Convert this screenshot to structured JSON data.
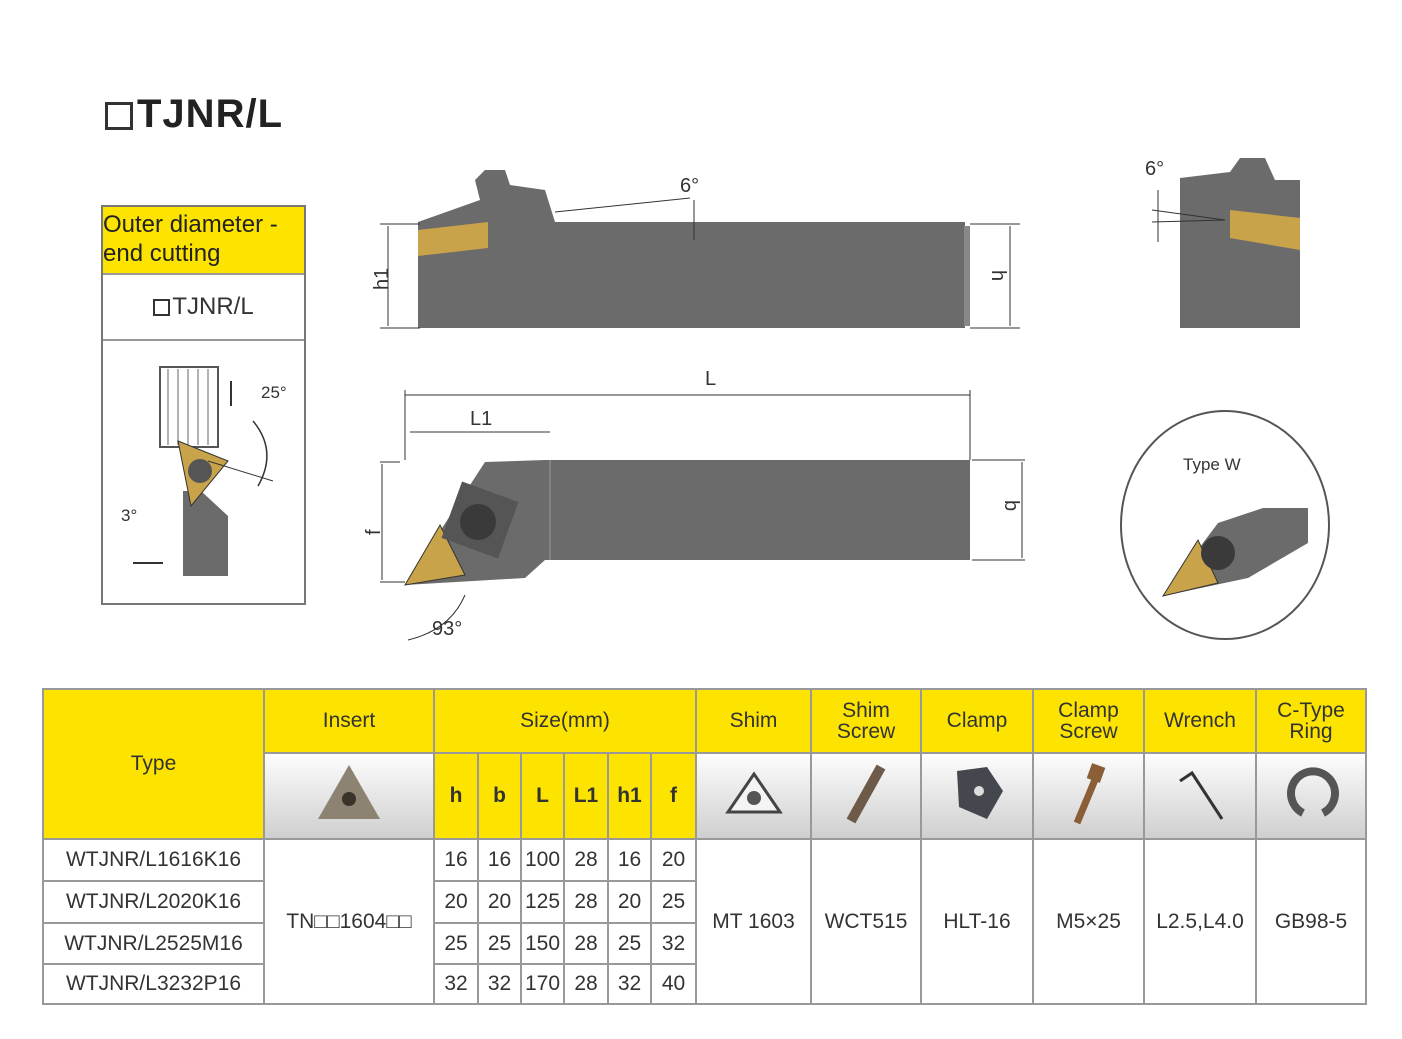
{
  "title": "TJNR/L",
  "side_panel": {
    "heading": "Outer diameter - end cutting",
    "name": "TJNR/L",
    "angles": [
      "25°",
      "3°"
    ]
  },
  "drawing": {
    "top_view": {
      "angle": "6°",
      "h1": "h1",
      "h": "h"
    },
    "side_view": {
      "angle": "6°"
    },
    "plan_view": {
      "L": "L",
      "L1": "L1",
      "f": "f",
      "b": "b",
      "angle": "93°"
    },
    "detail": {
      "label": "Type W"
    }
  },
  "table": {
    "headers": {
      "type": "Type",
      "insert": "Insert",
      "size": "Size(mm)",
      "shim": "Shim",
      "shim_screw": "Shim Screw",
      "clamp": "Clamp",
      "clamp_screw": "Clamp Screw",
      "wrench": "Wrench",
      "ring": "C-Type Ring"
    },
    "dims": [
      "h",
      "b",
      "L",
      "L1",
      "h1",
      "f"
    ],
    "rows": [
      {
        "type": "WTJNR/L1616K16",
        "values": [
          "16",
          "16",
          "100",
          "28",
          "16",
          "20"
        ]
      },
      {
        "type": "WTJNR/L2020K16",
        "values": [
          "20",
          "20",
          "125",
          "28",
          "20",
          "25"
        ]
      },
      {
        "type": "WTJNR/L2525M16",
        "values": [
          "25",
          "25",
          "150",
          "28",
          "25",
          "32"
        ]
      },
      {
        "type": "WTJNR/L3232P16",
        "values": [
          "32",
          "32",
          "170",
          "28",
          "32",
          "40"
        ]
      }
    ],
    "shared": {
      "insert": "TN□□1604□□",
      "shim": "MT 1603",
      "shim_screw": "WCT515",
      "clamp": "HLT-16",
      "clamp_screw": "M5×25",
      "wrench": "L2.5,L4.0",
      "ring": "GB98-5"
    }
  },
  "colors": {
    "header_yellow": "#fde400",
    "tool_gray": "#6b6b6b",
    "insert_gold": "#c9a34a"
  }
}
